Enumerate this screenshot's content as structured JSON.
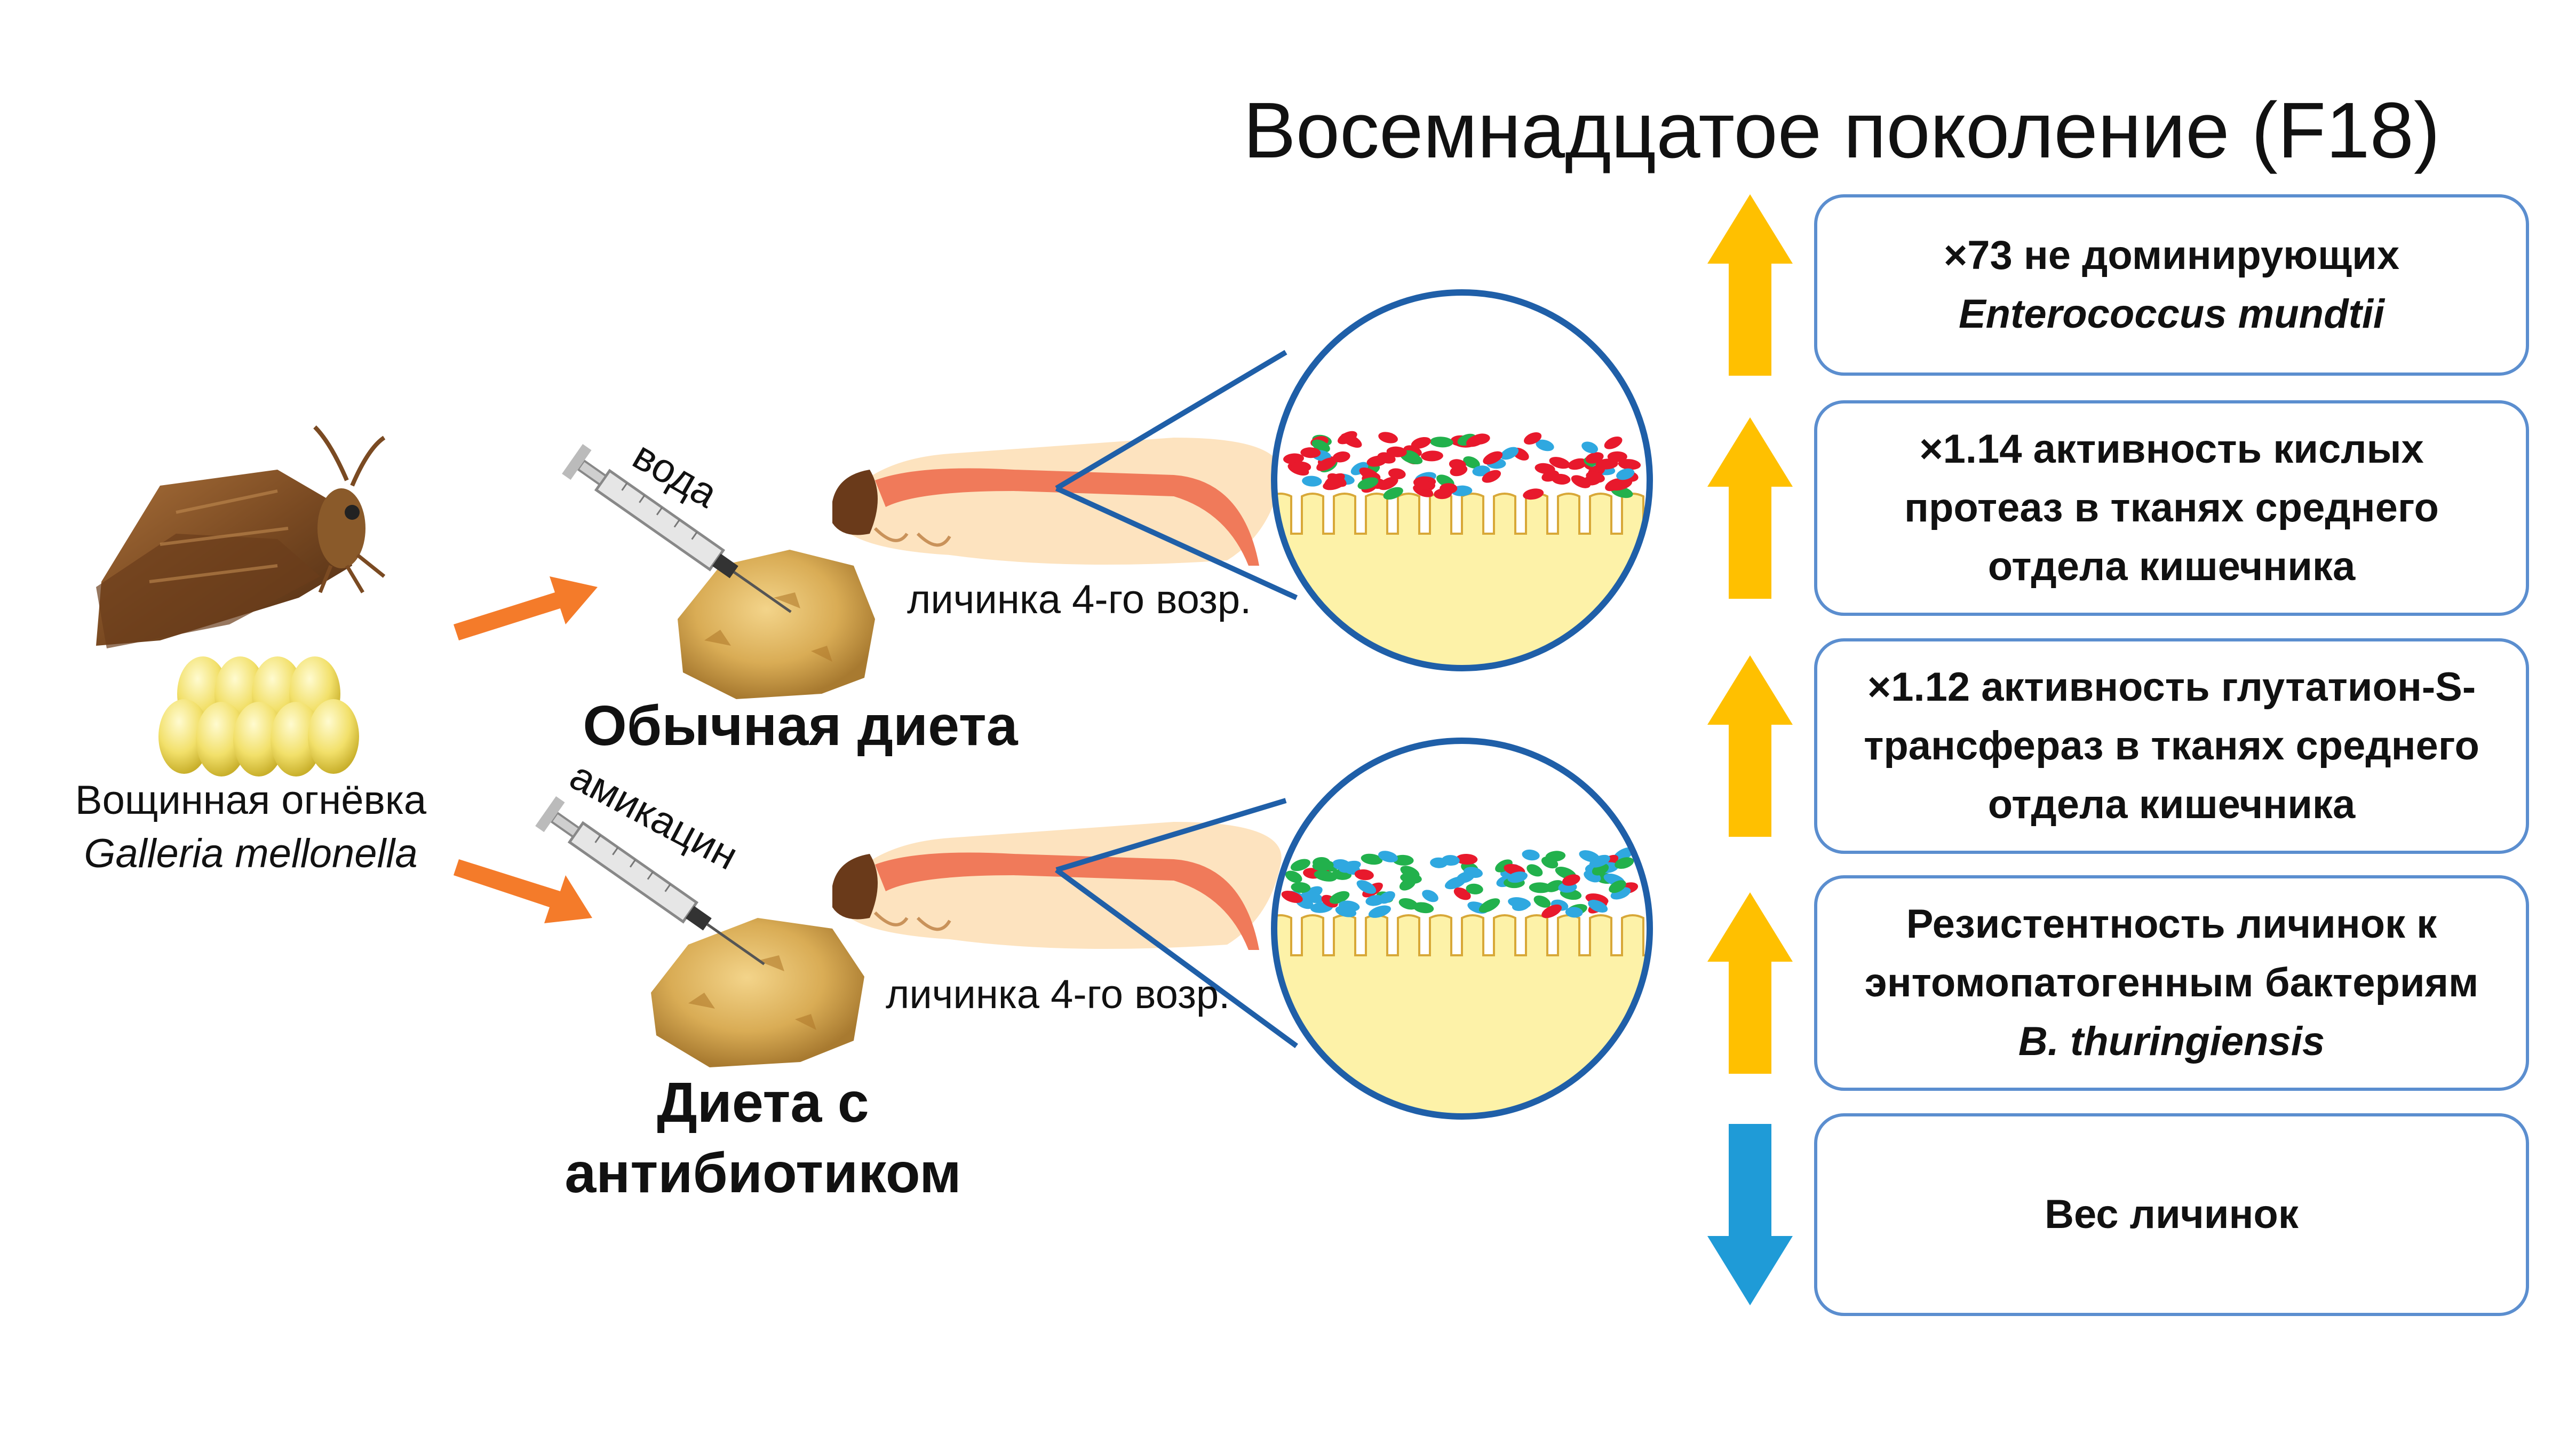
{
  "title": "Восемнадцатое поколение (F18)",
  "moth": {
    "name_ru": "Вощинная огнёвка",
    "name_latin": "Galleria mellonella"
  },
  "groups": [
    {
      "diet_lines": [
        "Обычная диета"
      ],
      "syringe_label": "вода",
      "larva_label": "личинка 4-го возр."
    },
    {
      "diet_lines": [
        "Диета с",
        "антибиотиком"
      ],
      "syringe_label": "амикацин",
      "larva_label": "личинка 4-го возр."
    }
  ],
  "effects": [
    {
      "direction": "up",
      "lines": [
        "×73 не доминирующих"
      ],
      "italic_line": "Enterococcus mundtii"
    },
    {
      "direction": "up",
      "lines": [
        "×1.14 активность кислых",
        "протеаз в тканях среднего",
        "отдела кишечника"
      ],
      "italic_line": ""
    },
    {
      "direction": "up",
      "lines": [
        "×1.12 активность глутатион-S-",
        "трансфераз в тканях среднего",
        "отдела кишечника"
      ],
      "italic_line": ""
    },
    {
      "direction": "up",
      "lines": [
        "Резистентность личинок к",
        "энтомопатогенным бактериям"
      ],
      "italic_line": "B. thuringiensis"
    },
    {
      "direction": "down",
      "lines": [
        "Вес личинок"
      ],
      "italic_line": ""
    }
  ],
  "colors": {
    "up_arrow": "#ffc000",
    "down_arrow": "#1f9bd7",
    "box_border": "#5b8ecf",
    "circle_border": "#1f5fa8",
    "flow_arrow": "#f47b2a",
    "bacteria_red": "#e8192c",
    "bacteria_green": "#22b14c",
    "bacteria_blue": "#2fa8e0"
  }
}
